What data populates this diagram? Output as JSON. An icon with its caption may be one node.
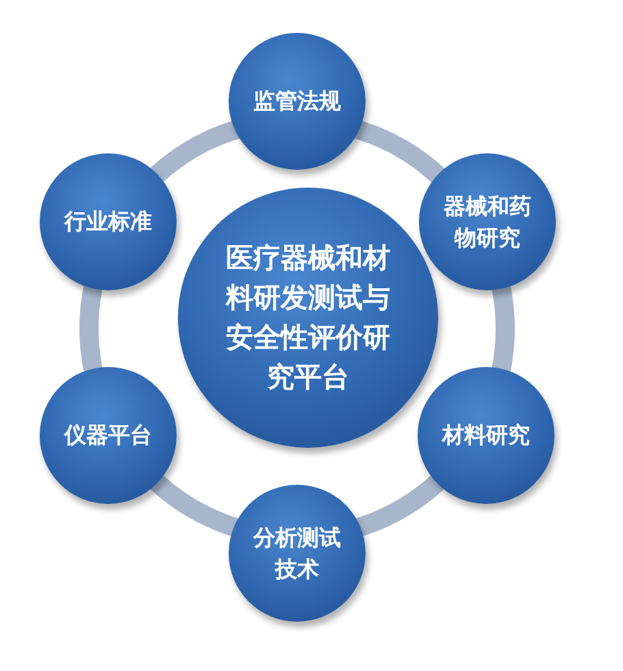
{
  "diagram": {
    "nodes": [
      {
        "text": [
          "医疗器械和材料研发测试与安全性评价研究平台"
        ]
      },
      {
        "text": [
          "监管法规"
        ]
      },
      {
        "text": [
          "器械和药物研究"
        ]
      },
      {
        "text": [
          "材料研究"
        ]
      },
      {
        "text": [
          "分析测试技术"
        ]
      },
      {
        "text": [
          "仪器平台"
        ]
      },
      {
        "text": [
          "行业标准"
        ]
      }
    ]
  }
}
